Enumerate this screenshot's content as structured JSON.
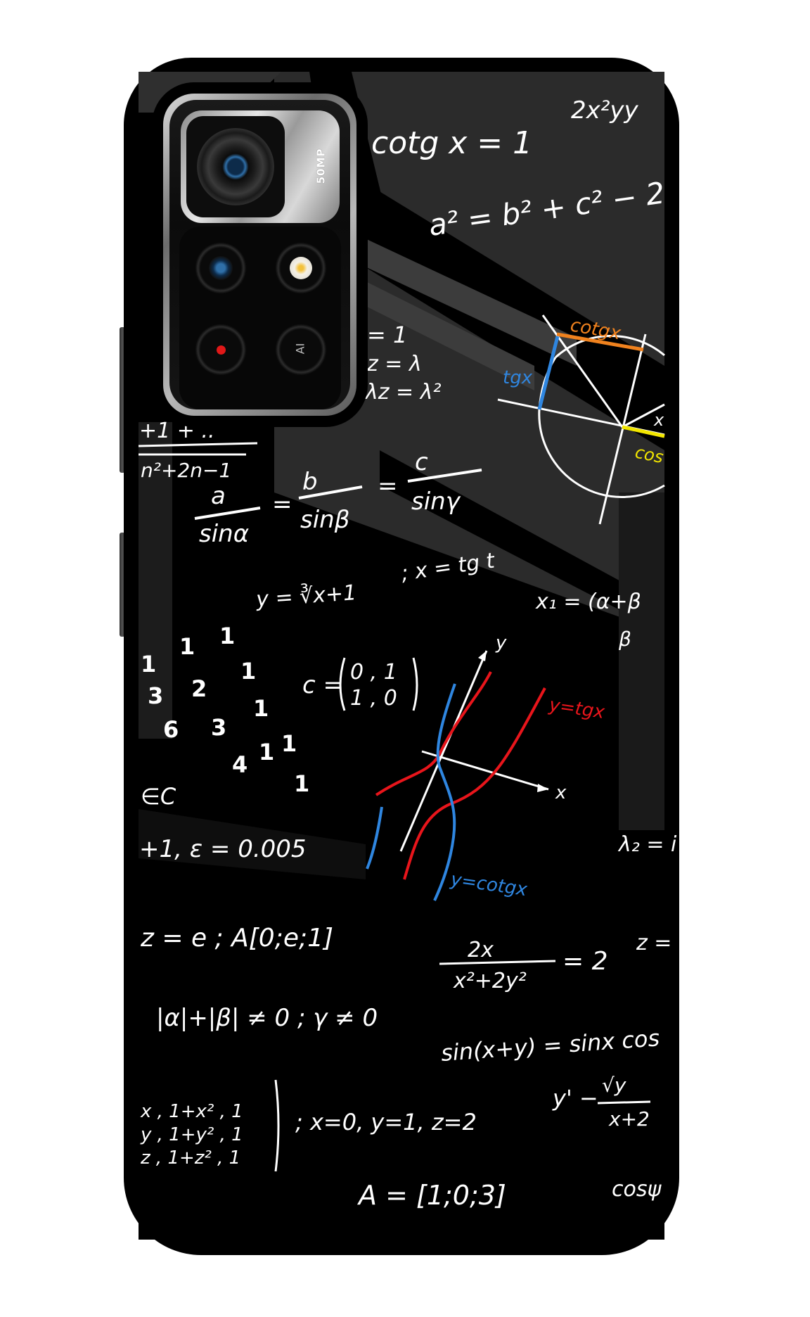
{
  "product": {
    "type": "phone back case",
    "design": "math formulas on blackboard",
    "camera_label": "50MP",
    "ai_label": "AI"
  },
  "colors": {
    "case": "#000000",
    "shard_gray": "#2e2e2e",
    "chalk": "#ffffff",
    "red_curve": "#e8151b",
    "blue_curve": "#2f86e0",
    "orange": "#f0821e",
    "yellow": "#f2e600",
    "record_dot": "#e01818"
  },
  "formulas": {
    "f1": "cotg x = 1",
    "f2": "2x²yy",
    "f3": "a² = b² + c² − 2",
    "f4": "= 1",
    "f5": "z = λ",
    "f6": "λz = λ²",
    "f7": "+1 + ..",
    "f8": "n²+2n−1",
    "f9_a": "a",
    "f9_sina": "sinα",
    "f9_eq1": "=",
    "f9_b": "b",
    "f9_sinb": "sinβ",
    "f9_eq2": "=",
    "f9_c": "c",
    "f9_sing": "sinγ",
    "f10": "y = ∛x+1",
    "f11": "; x = tg t",
    "f12": "x₁ = (α+β",
    "f12b": "β",
    "f13": "c = (0 , 1 / 1 , 0)",
    "f13_row1": "0 , 1",
    "f13_row2": "1 , 0",
    "f13_c": "c =",
    "f14": "∈C",
    "f15": "+1, ε = 0.005",
    "f16": "λ₂ = i",
    "f17": "z = e ; A[0;e;1]",
    "f18_num": "2x",
    "f18_den": "x²+2y²",
    "f18_eq": "= 2",
    "f19": "z =",
    "f20": "|α|+|β| ≠ 0 ; γ ≠ 0",
    "f21": "sin(x+y) = sinx cos",
    "f22_row1": "x , 1+x² , 1",
    "f22_row2": "y , 1+y² , 1",
    "f22_row3": "z , 1+z² , 1",
    "f23": "; x=0, y=1, z=2",
    "f24_lhs": "y' −",
    "f24_num": "√y",
    "f24_den": "x+2",
    "f25": "A = [1;0;3]",
    "f26": "cosψ",
    "graph_y_label": "y",
    "graph_x_label": "x",
    "graph_tg_label": "y=tgx",
    "graph_cotg_label": "y=cotgx",
    "circle_cotg_label": "cotgx",
    "circle_tg_label": "tgx",
    "circle_cos_label": "cos",
    "circle_x_label": "x"
  },
  "digits": [
    "1",
    "1",
    "1",
    "1",
    "3",
    "2",
    "1",
    "6",
    "3",
    "1",
    "4",
    "1",
    "1"
  ]
}
